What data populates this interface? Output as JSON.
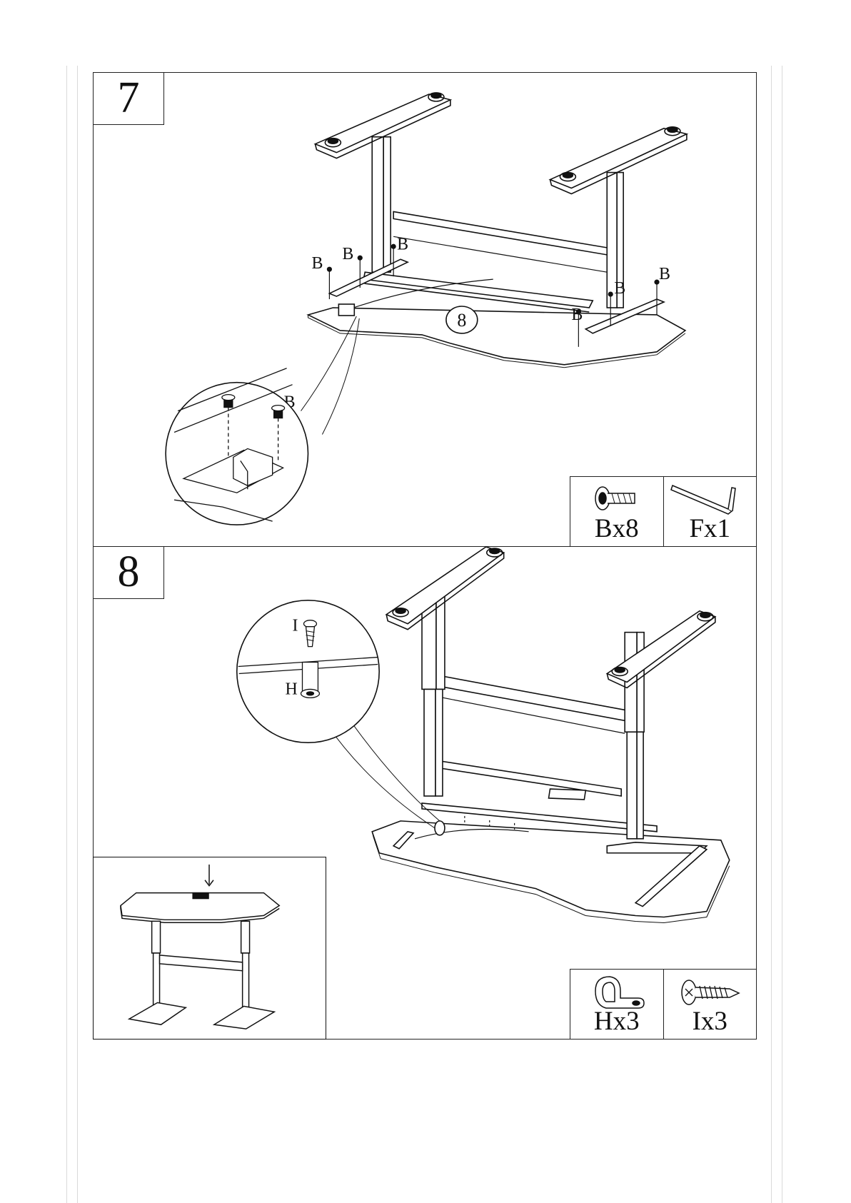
{
  "document": {
    "title": "Desk assembly instructions"
  },
  "steps": [
    {
      "number": "7",
      "callout_number": "8",
      "fastener_label": "B",
      "parts": [
        {
          "label": "Bx8",
          "icon": "flat-head-bolt-icon"
        },
        {
          "label": "Fx1",
          "icon": "allen-key-icon"
        }
      ]
    },
    {
      "number": "8",
      "fastener_labels": {
        "screw": "I",
        "clip": "H"
      },
      "parts": [
        {
          "label": "Hx3",
          "icon": "cable-clip-icon"
        },
        {
          "label": "Ix3",
          "icon": "wood-screw-icon"
        }
      ]
    }
  ]
}
